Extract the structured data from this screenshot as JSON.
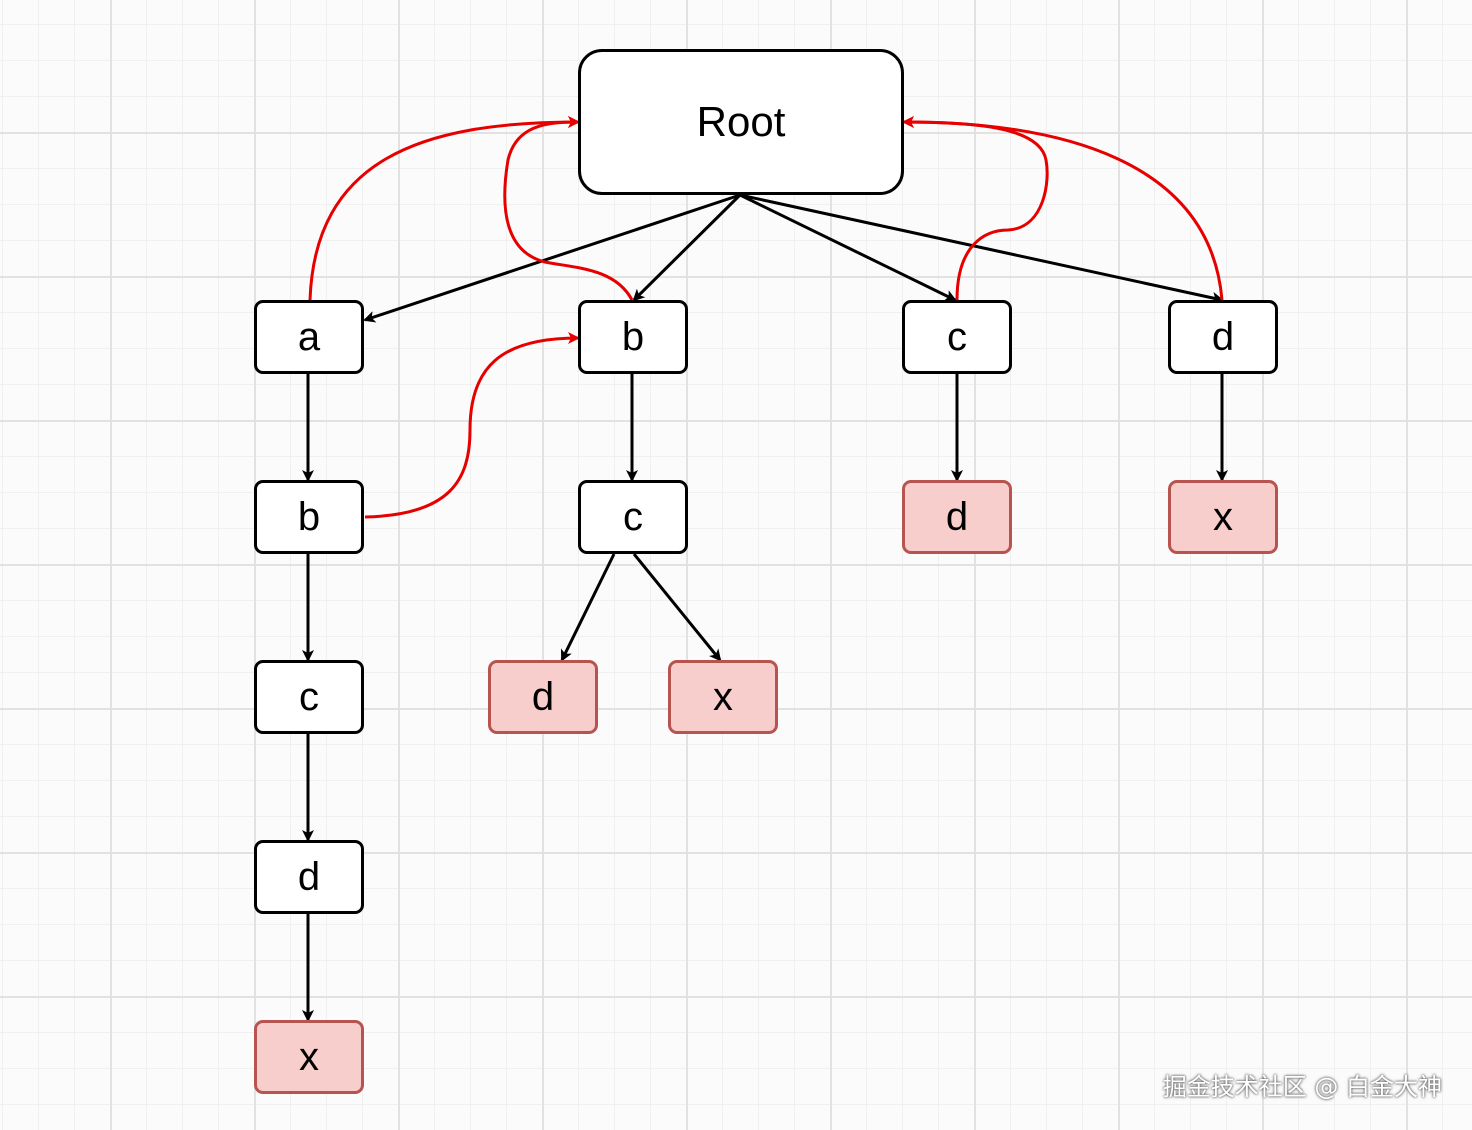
{
  "diagram": {
    "colors": {
      "edge": "#000000",
      "back_edge": "#e60000",
      "node_fill": "#ffffff",
      "node_border": "#000000",
      "leaf_fill": "#f8cecc",
      "leaf_border": "#b85450",
      "grid": "#e2e2e2"
    },
    "nodes": {
      "root": "Root",
      "a": "a",
      "a_b": "b",
      "a_b_c": "c",
      "a_b_c_d": "d",
      "a_b_c_d_x": "x",
      "b": "b",
      "b_c": "c",
      "b_c_d": "d",
      "b_c_x": "x",
      "c": "c",
      "c_d": "d",
      "d": "d",
      "d_x": "x"
    },
    "edges": [
      [
        "root",
        "a"
      ],
      [
        "root",
        "b"
      ],
      [
        "root",
        "c"
      ],
      [
        "root",
        "d"
      ],
      [
        "a",
        "a_b"
      ],
      [
        "a_b",
        "a_b_c"
      ],
      [
        "a_b_c",
        "a_b_c_d"
      ],
      [
        "a_b_c_d",
        "a_b_c_d_x"
      ],
      [
        "b",
        "b_c"
      ],
      [
        "b_c",
        "b_c_d"
      ],
      [
        "b_c",
        "b_c_x"
      ],
      [
        "c",
        "c_d"
      ],
      [
        "d",
        "d_x"
      ]
    ],
    "back_edges": [
      [
        "a",
        "root"
      ],
      [
        "b",
        "root"
      ],
      [
        "c",
        "root"
      ],
      [
        "d",
        "root"
      ],
      [
        "a_b",
        "b"
      ]
    ]
  },
  "watermark": "掘金技术社区 @ 白金大神"
}
